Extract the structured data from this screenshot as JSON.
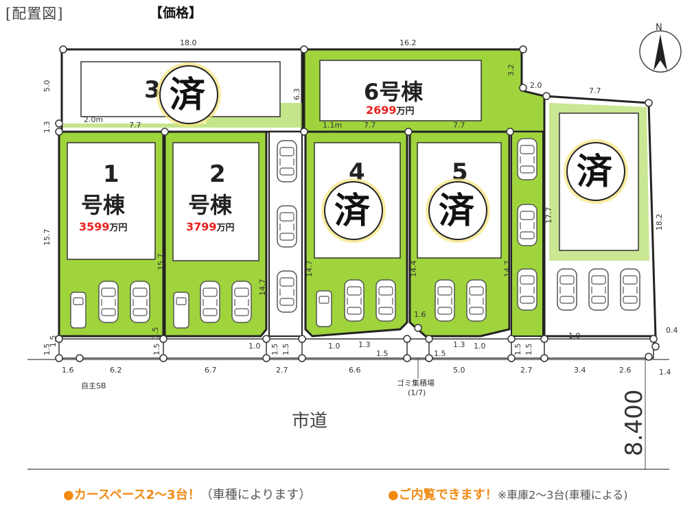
{
  "header": {
    "title": "[配置図]",
    "price_heading": "【価格】"
  },
  "compass": {
    "label": "N"
  },
  "lots": [
    {
      "id": "1",
      "line1": "1",
      "line2": "号棟",
      "price_num": "3599",
      "price_unit": "万円",
      "sold": false
    },
    {
      "id": "2",
      "line1": "2",
      "line2": "号棟",
      "price_num": "3799",
      "price_unit": "万円",
      "sold": false
    },
    {
      "id": "3",
      "line1": "3",
      "sold": true
    },
    {
      "id": "4",
      "line1": "4",
      "sold": true
    },
    {
      "id": "5",
      "line1": "5",
      "sold": true
    },
    {
      "id": "6",
      "line1": "6号棟",
      "price_num": "2699",
      "price_unit": "万円",
      "sold": false
    },
    {
      "id": "7",
      "sold": true
    }
  ],
  "sold_mark": "済",
  "dimensions": {
    "top": [
      "18.0",
      "16.2",
      "2.0",
      "7.7",
      "3.2"
    ],
    "left": [
      "5.0",
      "1.3",
      "15.7",
      "1.5"
    ],
    "inner": [
      "2.0m",
      "7.7",
      "1.1m",
      "7.7",
      "7.7",
      "6.3",
      "15.7",
      "14.7",
      "14.7",
      "14.4",
      "14.7",
      "17.7",
      "18.2"
    ],
    "bottom_row": [
      "1.0",
      "1.0",
      "1.3",
      "1.6",
      "1.3",
      "1.0",
      "1.0",
      "0.4",
      "1.5",
      "1.5",
      "1.5",
      "1.5",
      "1.5",
      "1.5",
      "1.5",
      "1.5",
      "1.5"
    ],
    "street_row": [
      "1.6",
      "6.2",
      "6.7",
      "2.7",
      "6.6",
      "5.0",
      "2.7",
      "3.4",
      "2.6",
      "1.4"
    ]
  },
  "labels": {
    "self_sb": "自主SB",
    "garbage": "ゴミ集積場",
    "garbage_ratio": "(1/7)",
    "road": "市道",
    "road_width": "8.400"
  },
  "footer": {
    "item1": "●カースペース2～3台！",
    "item1_note": "（車種によります）",
    "item2": "●ご内覧できます！",
    "item2_note": "※車庫2～3台(車種による)"
  },
  "colors": {
    "green": "#9fd43c",
    "sold_ring": "#f5e47a",
    "price_red": "#e8221f",
    "accent_orange": "#f08a14"
  }
}
